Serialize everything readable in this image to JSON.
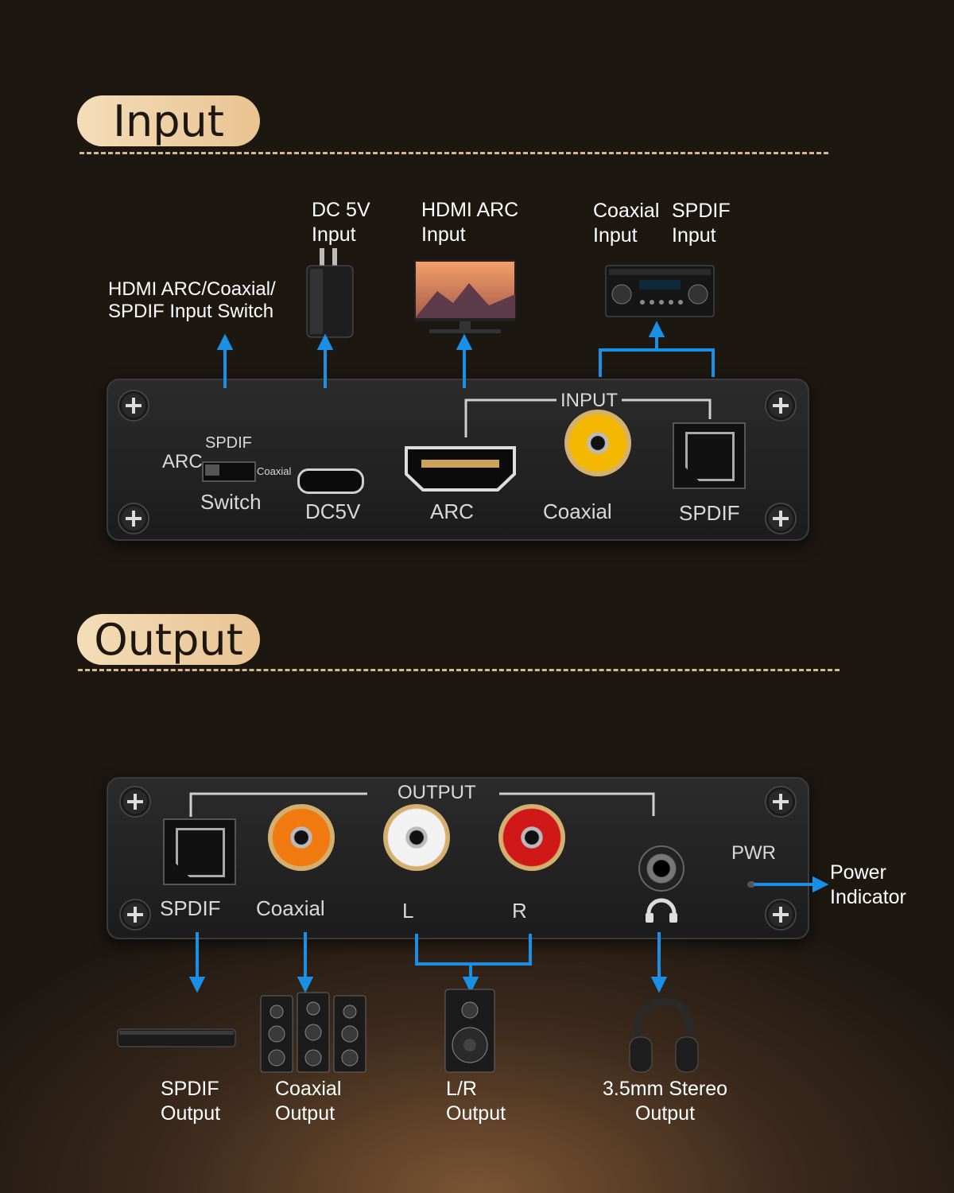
{
  "input_section": {
    "title": "Input",
    "callouts": {
      "switch": "HDMI ARC/Coaxial/\nSPDIF Input Switch",
      "dc": "DC 5V\nInput",
      "hdmi": "HDMI ARC\nInput",
      "coaxial": "Coaxial\nInput",
      "spdif": "SPDIF\nInput"
    },
    "panel": {
      "group_label": "INPUT",
      "switch_top": "SPDIF",
      "switch_left": "ARC",
      "switch_right": "Coaxial",
      "switch_label": "Switch",
      "dc_label": "DC5V",
      "arc_label": "ARC",
      "coaxial_label": "Coaxial",
      "spdif_label": "SPDIF"
    }
  },
  "output_section": {
    "title": "Output",
    "panel": {
      "group_label": "OUTPUT",
      "spdif_label": "SPDIF",
      "coaxial_label": "Coaxial",
      "l_label": "L",
      "r_label": "R",
      "pwr_label": "PWR"
    },
    "callouts": {
      "power": "Power\nIndicator",
      "spdif": "SPDIF\nOutput",
      "coaxial": "Coaxial\nOutput",
      "lr": "L/R\nOutput",
      "headphone": "3.5mm Stereo\nOutput"
    }
  },
  "colors": {
    "accent": "#1a8fe6",
    "pill": "#efd2a8",
    "panel": "#232323",
    "rca_coaxial_in": "#f5b800",
    "rca_coaxial_out": "#f07a10",
    "rca_l": "#f2f2f2",
    "rca_r": "#d01818"
  },
  "icons": [
    "power-adapter-icon",
    "monitor-icon",
    "av-receiver-icon",
    "soundbar-icon",
    "speakers-icon",
    "speaker-icon",
    "headphones-icon",
    "headphone-jack-icon"
  ]
}
